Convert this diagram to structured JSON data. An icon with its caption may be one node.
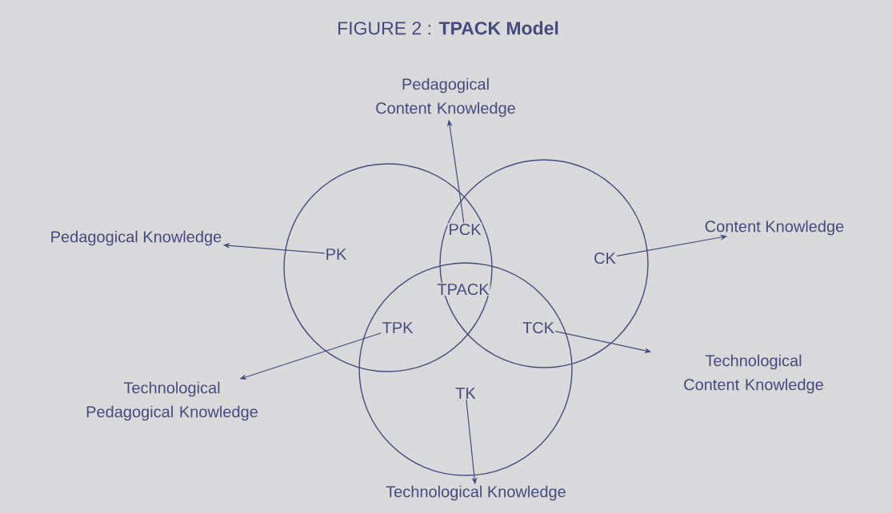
{
  "diagram": {
    "title": "FIGURE 2 : **TPACK Model**",
    "nodes": [
      {
        "text": [
          "Pedagogical Content Knowledge"
        ]
      },
      {
        "text": [
          "Pedagogical Knowledge"
        ]
      },
      {
        "text": [
          "PK"
        ]
      },
      {
        "text": [
          "PCK"
        ]
      },
      {
        "text": [
          "CK"
        ]
      },
      {
        "text": [
          "Content Knowledge"
        ]
      },
      {
        "text": [
          "TPACK"
        ]
      },
      {
        "text": [
          "TPK"
        ]
      },
      {
        "text": [
          "TCK"
        ]
      },
      {
        "text": [
          "Technological Pedagogical Knowledge"
        ]
      },
      {
        "text": [
          "Technological Content Knowledge"
        ]
      },
      {
        "text": [
          "TK"
        ]
      },
      {
        "text": [
          "Technological Knowledge"
        ]
      }
    ],
    "edges": [
      {
        "from": 3,
        "to": 0,
        "arrow": "to"
      },
      {
        "from": 2,
        "to": 1,
        "arrow": "to"
      },
      {
        "from": 4,
        "to": 5,
        "arrow": "to"
      },
      {
        "from": 7,
        "to": 9,
        "arrow": "to"
      },
      {
        "from": 8,
        "to": 10,
        "arrow": "to"
      },
      {
        "from": 11,
        "to": 12,
        "arrow": "to"
      }
    ]
  }
}
